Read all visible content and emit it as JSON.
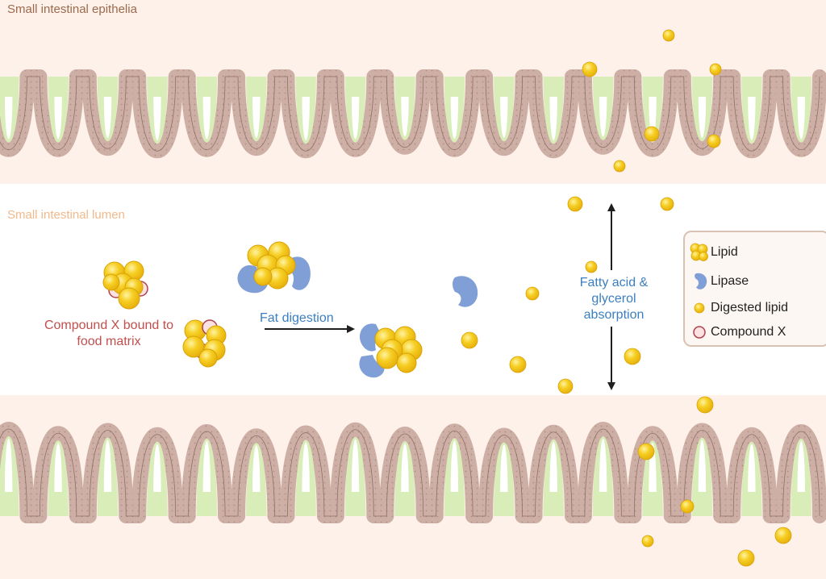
{
  "labels": {
    "epithelia": "Small intestinal epithelia",
    "lumen": "Small intestinal lumen",
    "compound": "Compound X bound to food matrix",
    "digestion": "Fat digestion",
    "absorption": "Fatty acid & glycerol absorption"
  },
  "legend": [
    {
      "icon": "lipid-cluster-icon",
      "label": "Lipid"
    },
    {
      "icon": "lipase-icon",
      "label": "Lipase"
    },
    {
      "icon": "digested-lipid-icon",
      "label": "Digested lipid"
    },
    {
      "icon": "compound-x-icon",
      "label": "Compound X"
    }
  ],
  "colors": {
    "tissue_background": "#fdf1ea",
    "villus_core": "#d8edb8",
    "epithelium": "#dcc4bb",
    "lipid": "#f5c518",
    "lipid_outline": "#d8a208",
    "lipase": "#7f9fd6",
    "compound_fill": "#fbe1e1",
    "compound_outline": "#b0424c",
    "arrow": "#1f1f1f"
  }
}
